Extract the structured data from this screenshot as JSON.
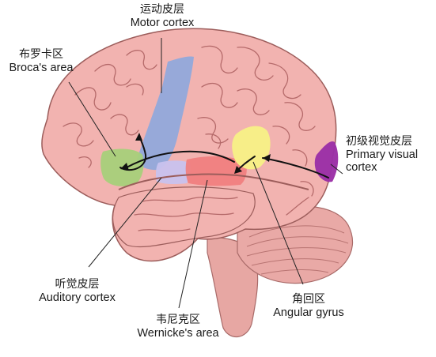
{
  "labels": {
    "motor": {
      "zh": "运动皮层",
      "en": "Motor cortex"
    },
    "broca": {
      "zh": "布罗卡区",
      "en": "Broca's area"
    },
    "visual": {
      "zh": "初级视觉皮层",
      "en_line1": "Primary visual",
      "en_line2": "cortex"
    },
    "auditory": {
      "zh": "听觉皮层",
      "en": "Auditory cortex"
    },
    "angular": {
      "zh": "角回区",
      "en": "Angular gyrus"
    },
    "wernicke": {
      "zh": "韦尼克区",
      "en": "Wernicke's area"
    }
  },
  "colors": {
    "brain": "#f2b3b0",
    "sulcus": "#b56a6a",
    "motor": "#8fa8dc",
    "broca": "#a6d07a",
    "visual": "#9b2fa6",
    "auditory": "#c8c2ee",
    "wernicke": "#f08080",
    "angular": "#f7ef86",
    "cerebellum": "#e9a9a6",
    "brainstem": "#e7a7a3"
  }
}
